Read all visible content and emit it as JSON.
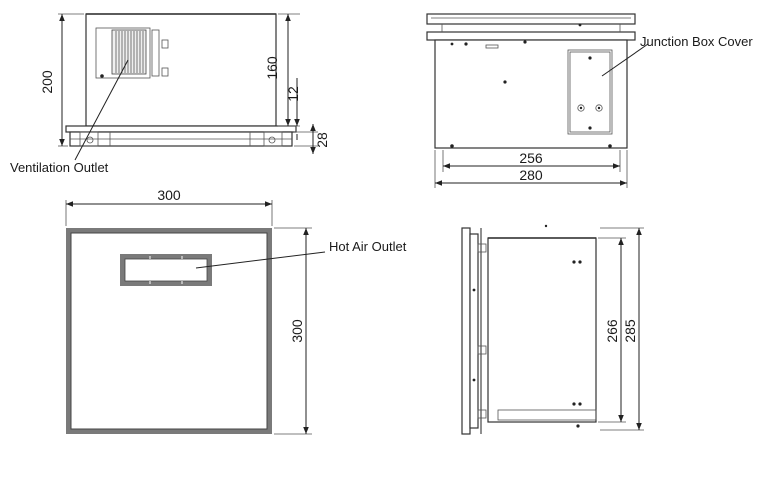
{
  "labels": {
    "ventilation_outlet": "Ventilation Outlet",
    "junction_box_cover": "Junction Box Cover",
    "hot_air_outlet": "Hot Air Outlet"
  },
  "dimensions": {
    "side_total_height": "200",
    "side_body_height": "160",
    "side_gap": "12",
    "side_flange": "28",
    "top_inner_width": "256",
    "top_outer_width": "280",
    "front_width": "300",
    "front_height": "300",
    "right_inner_height": "266",
    "right_outer_height": "285"
  },
  "colors": {
    "line": "#222222",
    "panel_border": "#7a7a7a"
  }
}
